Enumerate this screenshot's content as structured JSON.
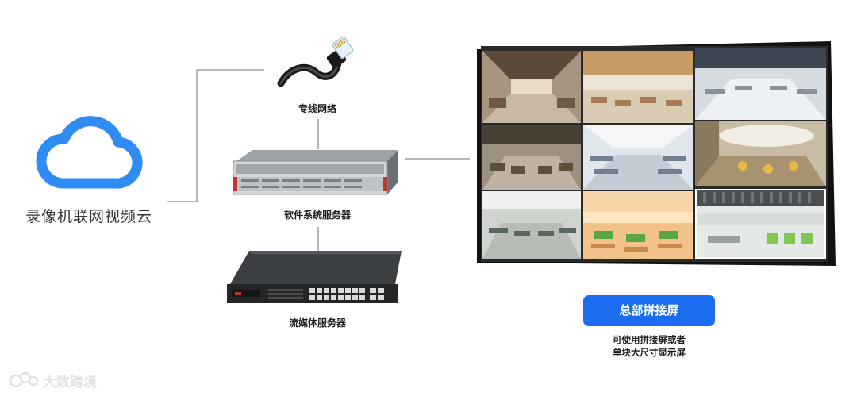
{
  "cloud": {
    "label": "录像机联网视频云",
    "color": "#2f8cf2"
  },
  "network": {
    "label": "专线网络",
    "icon": "ethernet-cable-icon"
  },
  "software_server": {
    "label": "软件系统服务器",
    "icon": "rack-server-icon"
  },
  "streaming_server": {
    "label": "流媒体服务器",
    "icon": "network-switch-icon"
  },
  "video_wall": {
    "tile_count": 9,
    "title_button": "总部拼接屏",
    "note_line1": "可使用拼接屏或者",
    "note_line2": "单块大尺寸显示屏",
    "button_color": "#1a6cf0"
  },
  "watermark": {
    "text": "大数跨境",
    "icon": "watermark-logo-icon"
  }
}
